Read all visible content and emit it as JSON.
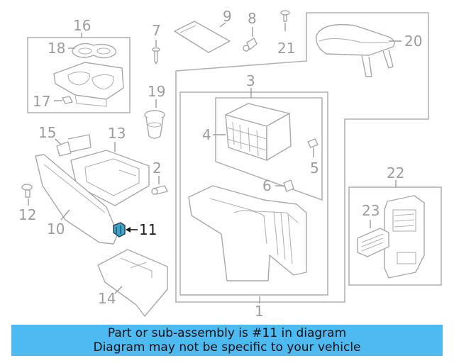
{
  "callouts": {
    "n1": "1",
    "n2": "2",
    "n3": "3",
    "n4": "4",
    "n5": "5",
    "n6": "6",
    "n7": "7",
    "n8": "8",
    "n9": "9",
    "n10": "10",
    "n11": "11",
    "n12": "12",
    "n13": "13",
    "n14": "14",
    "n15": "15",
    "n16": "16",
    "n17": "17",
    "n18": "18",
    "n19": "19",
    "n20": "20",
    "n21": "21",
    "n22": "22",
    "n23": "23"
  },
  "highlighted_part": "11",
  "colors": {
    "banner_background": "#4dbaf2",
    "highlight_part": "#3aa4cc",
    "line_art": "#a8a8a8"
  },
  "banner": {
    "line1": "Part or sub-assembly is #11 in diagram",
    "line2": "Diagram may not be specific to your vehicle"
  }
}
